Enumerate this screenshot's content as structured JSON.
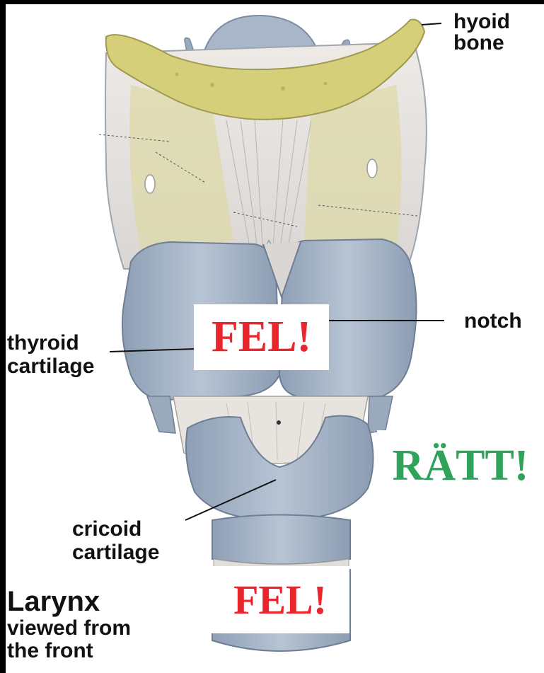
{
  "labels": {
    "hyoid_line1": "hyoid",
    "hyoid_line2": "bone",
    "notch": "notch",
    "thyroid_line1": "thyroid",
    "thyroid_line2": "cartilage",
    "cricoid_line1": "cricoid",
    "cricoid_line2": "cartilage",
    "caption_title": "Larynx",
    "caption_line2": "viewed from",
    "caption_line3": "the front"
  },
  "stamps": {
    "wrong_thyroid": "FEL!",
    "correct": "RÄTT!",
    "wrong_trachea": "FEL!"
  },
  "colors": {
    "wrong": "#e8262c",
    "correct": "#2fa35a",
    "cartilage": "#aab9cb",
    "bone": "#d6cf7a"
  }
}
